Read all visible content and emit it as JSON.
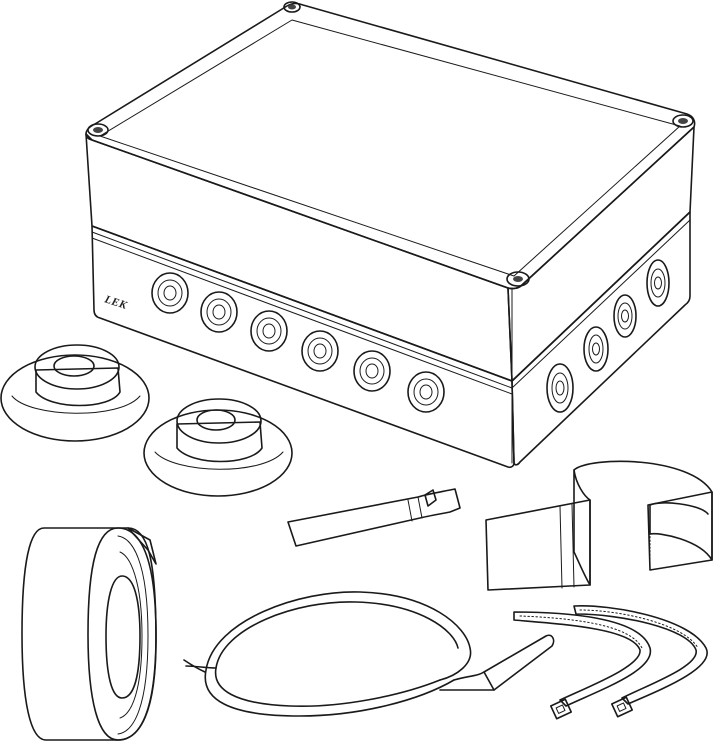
{
  "box": {
    "brand": "LEK"
  },
  "colors": {
    "outline": "#1a1a1a",
    "box_fill": "#f7f7f7",
    "box_side_fill": "#eeeeee",
    "grommet_light": "#c8c8c8",
    "grommet_dark": "#8e8e8e",
    "tape_fill": "#d9d9d9",
    "clamp_fill": "#e6e6e6"
  },
  "parts": [
    {
      "id": "junction-box",
      "icon": "junction-box"
    },
    {
      "id": "grommet-light",
      "icon": "rubber-grommet"
    },
    {
      "id": "grommet-dark",
      "icon": "rubber-grommet"
    },
    {
      "id": "heat-paste-sachet",
      "icon": "sachet"
    },
    {
      "id": "pipe-clamp-band",
      "icon": "metal-band"
    },
    {
      "id": "aluminium-tape-roll",
      "icon": "tape-roll"
    },
    {
      "id": "temperature-sensor",
      "icon": "sensor-cable"
    },
    {
      "id": "cable-ties",
      "icon": "cable-tie"
    }
  ]
}
